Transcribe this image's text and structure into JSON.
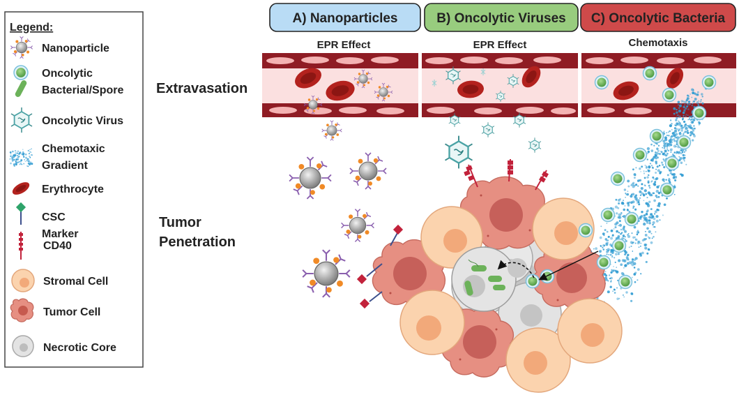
{
  "legend": {
    "title": "Legend:",
    "items": [
      {
        "label": "Nanoparticle",
        "icon": "nanoparticle-icon"
      },
      {
        "label": "Oncolytic Bacterial/Spore",
        "icon": "bacteria-icon"
      },
      {
        "label": "Oncolytic Virus",
        "icon": "virus-icon"
      },
      {
        "label": "Chemotaxic Gradient",
        "icon": "gradient-icon"
      },
      {
        "label": "Erythrocyte",
        "icon": "erythrocyte-icon"
      },
      {
        "label": "CSC Marker",
        "icon": "csc-marker-icon"
      },
      {
        "label": "CD40",
        "icon": "cd40-icon"
      },
      {
        "label": "Stromal Cell",
        "icon": "stromal-cell-icon"
      },
      {
        "label": "Tumor Cell",
        "icon": "tumor-cell-icon"
      },
      {
        "label": "Necrotic Core",
        "icon": "necrotic-core-icon"
      }
    ]
  },
  "panels": [
    {
      "title": "A) Nanoparticles",
      "mechanism": "EPR Effect",
      "color": "#b9dcf5"
    },
    {
      "title": "B) Oncolytic Viruses",
      "mechanism": "EPR Effect",
      "color": "#98cc7e"
    },
    {
      "title": "C) Oncolytic Bacteria",
      "mechanism": "Chemotaxis",
      "color": "#cf4a4a"
    }
  ],
  "stages": {
    "extravasation": "Extravasation",
    "tumor_penetration": "Tumor Penetration"
  },
  "colors": {
    "vessel_wall": "#8f1c24",
    "vessel_lumen": "#fbe0e0",
    "erythrocyte": "#b3221e",
    "stromal": "#f9d1ad",
    "tumor": "#e39184",
    "necrotic": "#dcdcdc",
    "bacteria": "#6cb25a",
    "virus": "#5fb6b7",
    "gradient": "#2f9bd2",
    "nanoparticle_core": "#9a9a9a",
    "ligand": "#f08a26"
  }
}
